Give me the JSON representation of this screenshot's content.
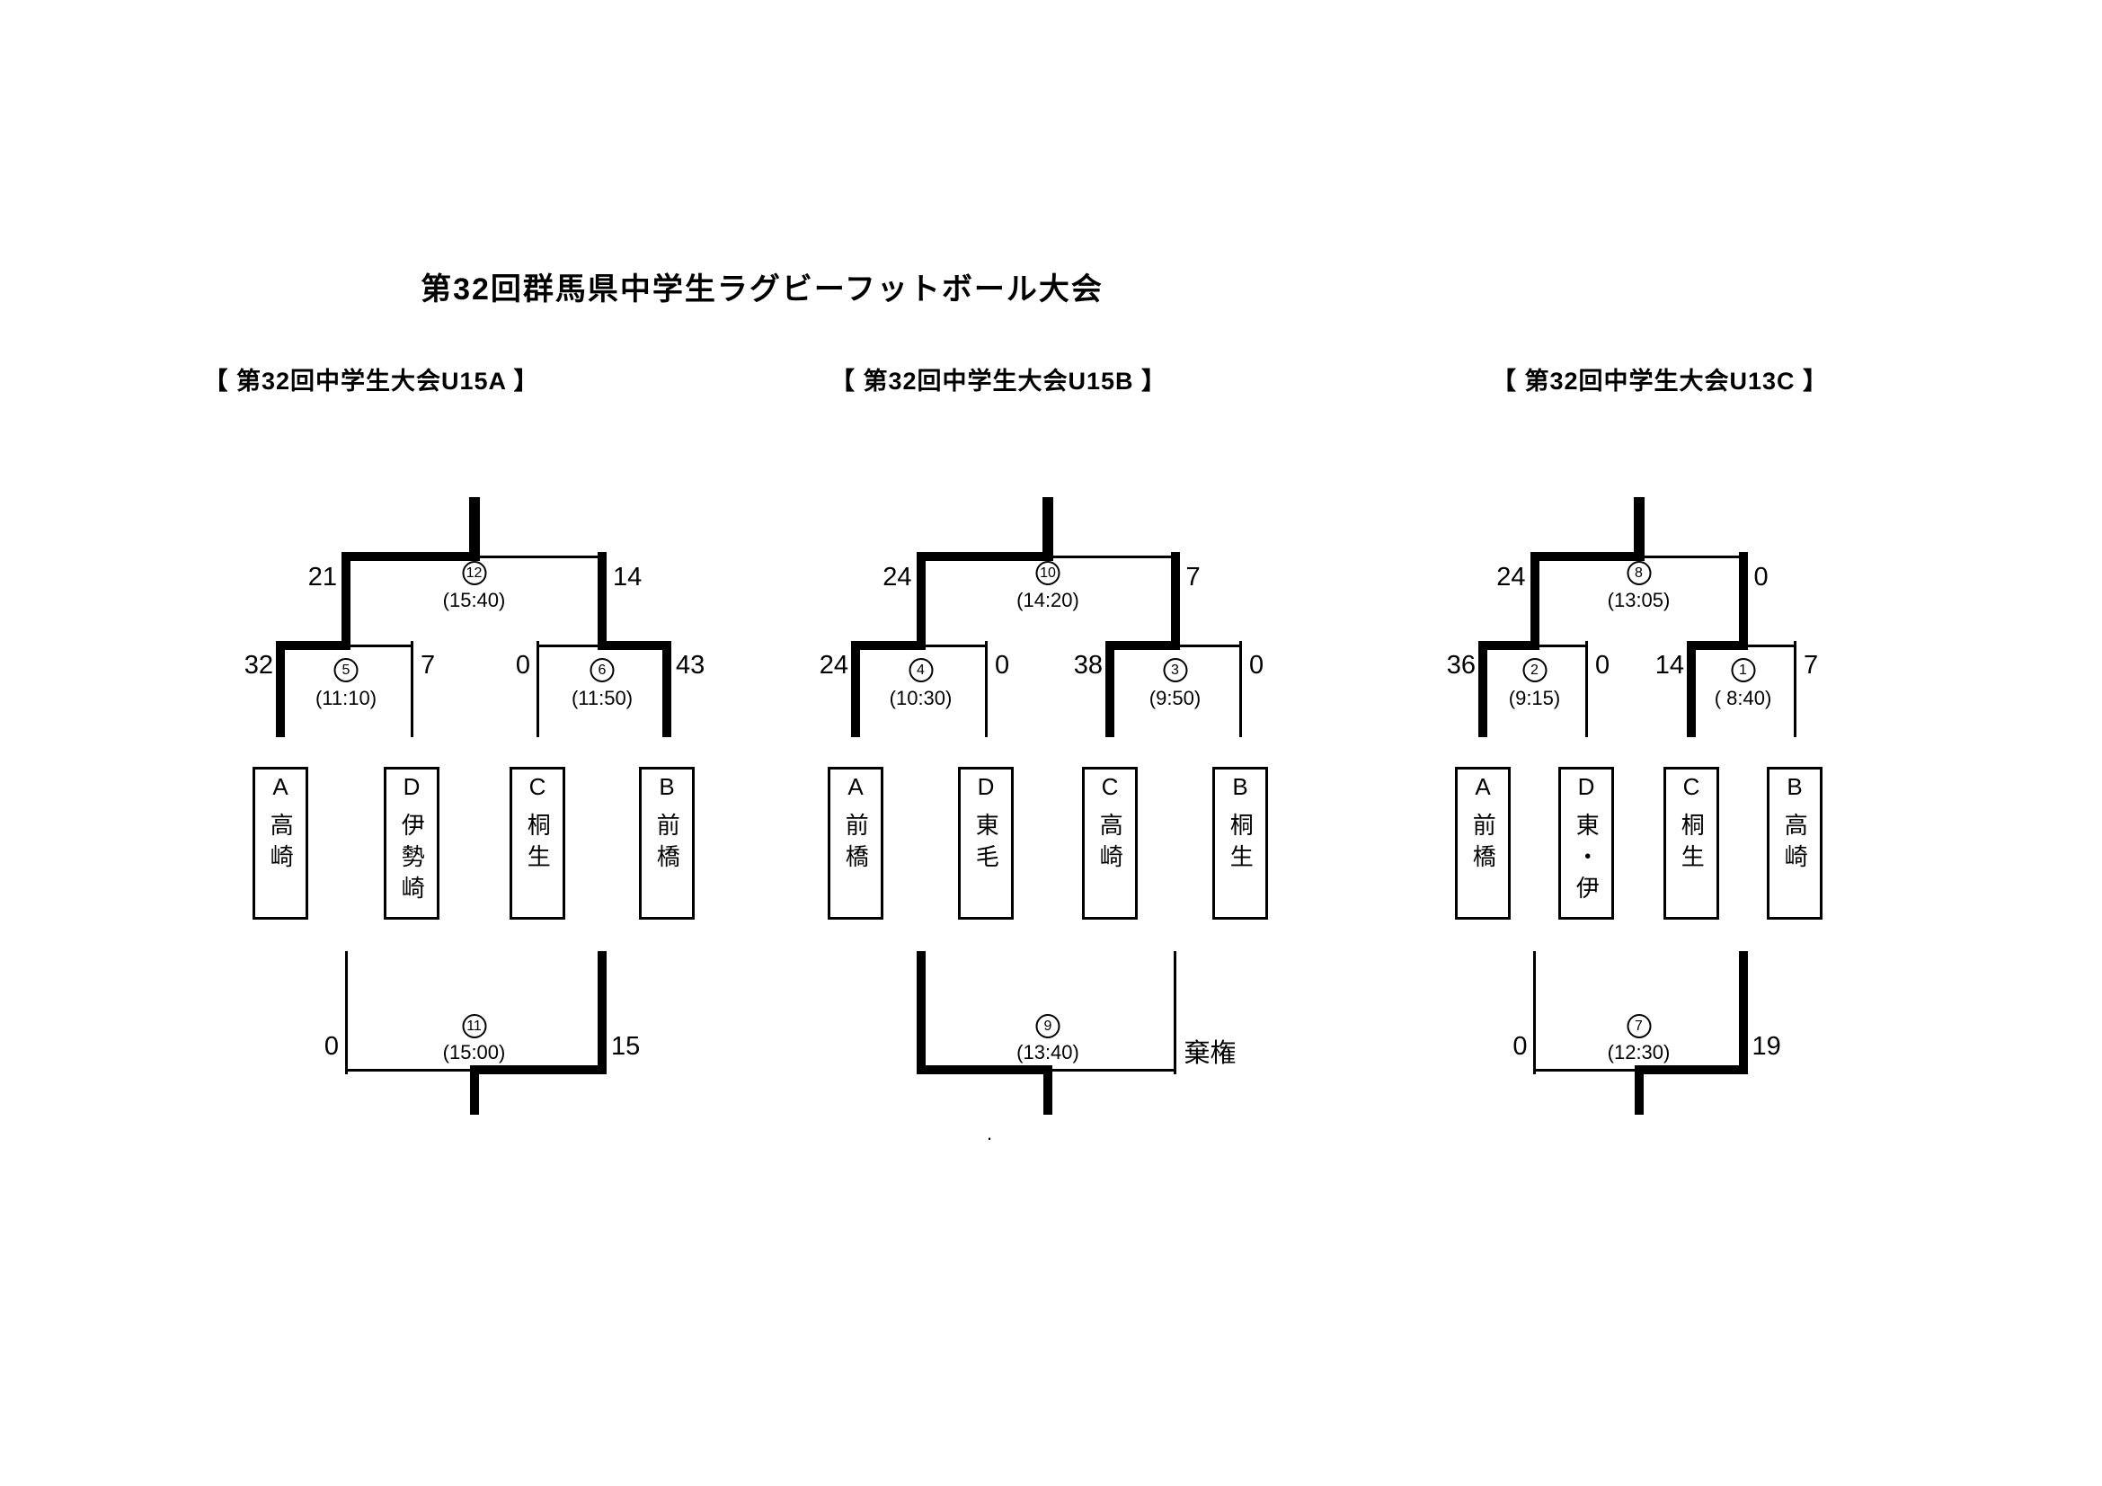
{
  "page": {
    "title": "第32回群馬県中学生ラグビーフットボール大会",
    "background_color": "#ffffff",
    "line_color": "#000000"
  },
  "brackets": [
    {
      "id": "U15A",
      "subtitle": "【 第32回中学生大会U15A 】",
      "teams": [
        {
          "seed": "A",
          "name": "高崎"
        },
        {
          "seed": "D",
          "name": "伊勢崎"
        },
        {
          "seed": "C",
          "name": "桐生"
        },
        {
          "seed": "B",
          "name": "前橋"
        }
      ],
      "matches": {
        "semi_left": {
          "number": "5",
          "time": "(11:10)",
          "score_left": "32",
          "score_right": "7",
          "winner": "left"
        },
        "semi_right": {
          "number": "6",
          "time": "(11:50)",
          "score_left": "0",
          "score_right": "43",
          "winner": "right"
        },
        "final": {
          "number": "12",
          "time": "(15:40)",
          "score_left": "21",
          "score_right": "14",
          "winner": "left"
        },
        "third_place": {
          "number": "11",
          "time": "(15:00)",
          "score_left": "0",
          "score_right": "15",
          "winner": "right"
        }
      }
    },
    {
      "id": "U15B",
      "subtitle": "【 第32回中学生大会U15B 】",
      "teams": [
        {
          "seed": "A",
          "name": "前橋"
        },
        {
          "seed": "D",
          "name": "東毛"
        },
        {
          "seed": "C",
          "name": "高崎"
        },
        {
          "seed": "B",
          "name": "桐生"
        }
      ],
      "matches": {
        "semi_left": {
          "number": "4",
          "time": "(10:30)",
          "score_left": "24",
          "score_right": "0",
          "winner": "left"
        },
        "semi_right": {
          "number": "3",
          "time": "(9:50)",
          "score_left": "38",
          "score_right": "0",
          "winner": "left"
        },
        "final": {
          "number": "10",
          "time": "(14:20)",
          "score_left": "24",
          "score_right": "7",
          "winner": "left"
        },
        "third_place": {
          "number": "9",
          "time": "(13:40)",
          "score_left": "",
          "score_right": "棄権",
          "winner": "left"
        }
      }
    },
    {
      "id": "U13C",
      "subtitle": "【 第32回中学生大会U13C 】",
      "teams": [
        {
          "seed": "A",
          "name": "前橋"
        },
        {
          "seed": "D",
          "name": "東・伊"
        },
        {
          "seed": "C",
          "name": "桐生"
        },
        {
          "seed": "B",
          "name": "高崎"
        }
      ],
      "matches": {
        "semi_left": {
          "number": "2",
          "time": "(9:15)",
          "score_left": "36",
          "score_right": "0",
          "winner": "left"
        },
        "semi_right": {
          "number": "1",
          "time": "( 8:40)",
          "score_left": "14",
          "score_right": "7",
          "winner": "left"
        },
        "final": {
          "number": "8",
          "time": "(13:05)",
          "score_left": "24",
          "score_right": "0",
          "winner": "left"
        },
        "third_place": {
          "number": "7",
          "time": "(12:30)",
          "score_left": "0",
          "score_right": "19",
          "winner": "right"
        }
      }
    }
  ],
  "misc": {
    "stray_mark": "."
  }
}
